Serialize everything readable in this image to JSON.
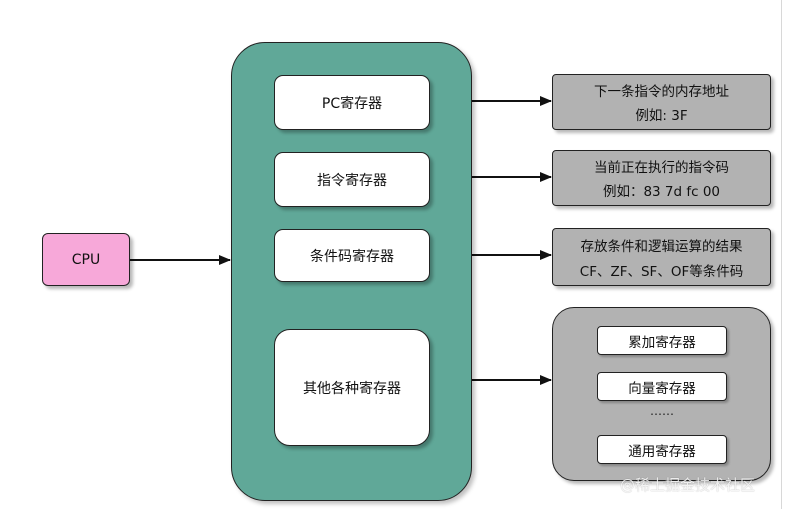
{
  "cpu": {
    "label": "CPU"
  },
  "registers": {
    "pc": "PC寄存器",
    "instruction": "指令寄存器",
    "condition_code": "条件码寄存器",
    "others": "其他各种寄存器"
  },
  "descriptions": {
    "pc": {
      "line1": "下一条指令的内存地址",
      "line2": "例如: 3F"
    },
    "instruction": {
      "line1": "当前正在执行的指令码",
      "line2": "例如：83 7d fc 00"
    },
    "condition_code": {
      "line1": "存放条件和逻辑运算的结果",
      "line2": "CF、ZF、SF、OF等条件码"
    }
  },
  "other_registers": {
    "items": [
      "累加寄存器",
      "向量寄存器",
      "通用寄存器"
    ],
    "ellipsis": "……"
  },
  "watermark": "@稀土掘金技术社区",
  "colors": {
    "cpu_fill": "#f7a8d9",
    "group_fill": "#60a898",
    "description_fill": "#b2b2b2",
    "register_fill": "#ffffff"
  }
}
